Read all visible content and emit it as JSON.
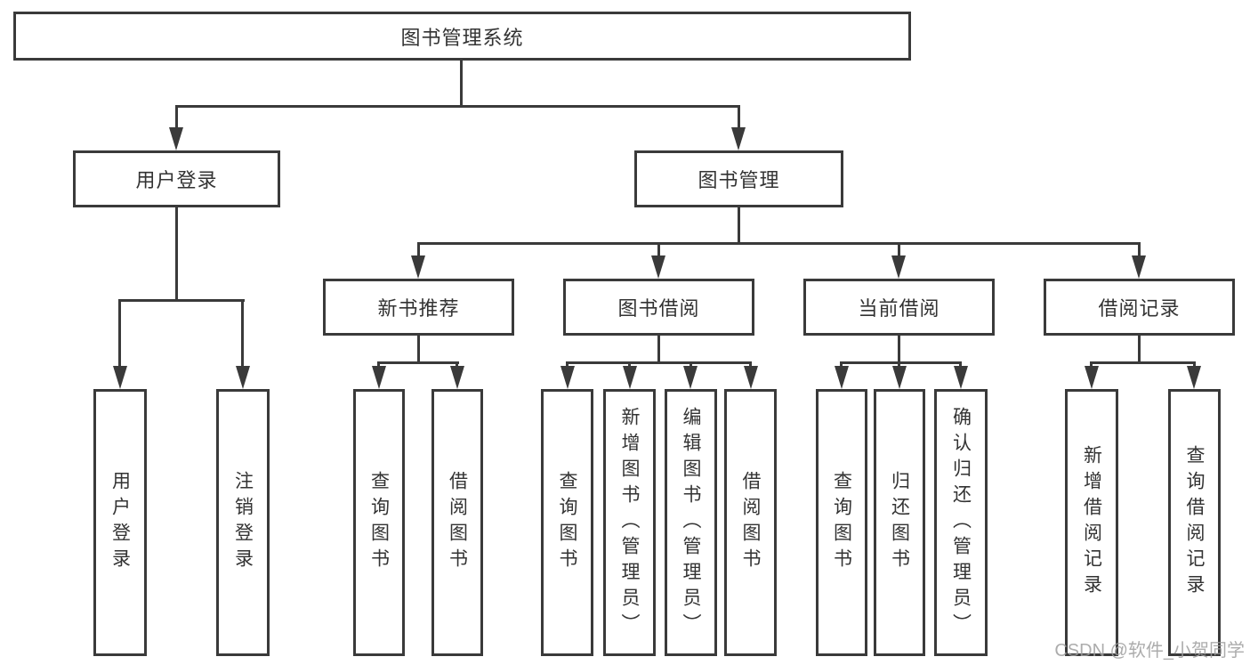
{
  "diagram": {
    "root": {
      "label": "图书管理系统"
    },
    "level2": [
      {
        "label": "用户登录"
      },
      {
        "label": "图书管理"
      }
    ],
    "level3": [
      {
        "label": "新书推荐"
      },
      {
        "label": "图书借阅"
      },
      {
        "label": "当前借阅"
      },
      {
        "label": "借阅记录"
      }
    ],
    "level4": {
      "user_login": [
        {
          "label": "用户登录"
        },
        {
          "label": "注销登录"
        }
      ],
      "new_book_recommend": [
        {
          "label": "查询图书"
        },
        {
          "label": "借阅图书"
        }
      ],
      "book_borrow": [
        {
          "label": "查询图书"
        },
        {
          "label": "新增图书（管理员）"
        },
        {
          "label": "编辑图书（管理员）"
        },
        {
          "label": "借阅图书"
        }
      ],
      "current_borrow": [
        {
          "label": "查询图书"
        },
        {
          "label": "归还图书"
        },
        {
          "label": "确认归还（管理员）"
        }
      ],
      "borrow_records": [
        {
          "label": "新增借阅记录"
        },
        {
          "label": "查询借阅记录"
        }
      ]
    }
  },
  "watermark": {
    "text": "CSDN @软件_小贺同学"
  },
  "colors": {
    "line": "#3a3a3a",
    "box_border": "#3a3a3a",
    "text": "#333333",
    "watermark": "#9e9e9e",
    "background": "#ffffff"
  }
}
